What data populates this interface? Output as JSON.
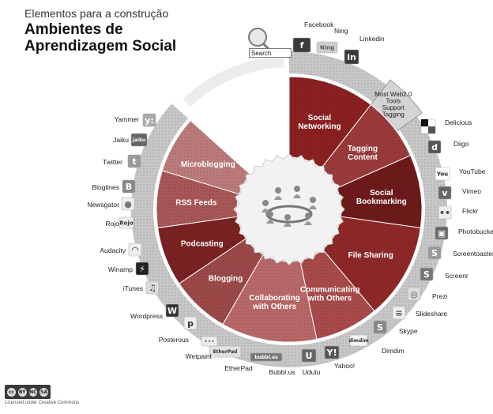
{
  "header": {
    "subtitle": "Elementos para a construção",
    "title_line1": "Ambientes de",
    "title_line2": "Aprendizagem Social"
  },
  "search": {
    "placeholder": "Search"
  },
  "hub": {
    "icon": "people-around-table-icon"
  },
  "segments": [
    {
      "label": "Social Networking",
      "lines": [
        "Social",
        "Networking"
      ],
      "color": "#8a2020"
    },
    {
      "label": "Tagging Content",
      "lines": [
        "Tagging",
        "Content"
      ],
      "color": "#9a3a3a"
    },
    {
      "label": "Social Bookmarking",
      "lines": [
        "Social",
        "Bookmarking"
      ],
      "color": "#6e1a1a"
    },
    {
      "label": "File Sharing",
      "lines": [
        "File Sharing"
      ],
      "color": "#8e2828"
    },
    {
      "label": "Communicating with Others",
      "lines": [
        "Communicating",
        "with Others"
      ],
      "color": "#a84a4a"
    },
    {
      "label": "Collaborating with Others",
      "lines": [
        "Collaborating",
        "with Others"
      ],
      "color": "#b86868"
    },
    {
      "label": "Blogging",
      "lines": [
        "Blogging"
      ],
      "color": "#9c4848"
    },
    {
      "label": "Podcasting",
      "lines": [
        "Podcasting"
      ],
      "color": "#7a2222"
    },
    {
      "label": "RSS Feeds",
      "lines": [
        "RSS Feeds"
      ],
      "color": "#a85656"
    },
    {
      "label": "Microblogging",
      "lines": [
        "Microblogging"
      ],
      "color": "#bb7a7a"
    }
  ],
  "tab": {
    "lines": [
      "Most Web2.0",
      "Tools",
      "Support",
      "Tagging"
    ]
  },
  "tools": [
    {
      "name": "Facebook",
      "glyph": "f",
      "icon": "facebook-icon",
      "bg": "#3b3b3b",
      "fg": "#ffffff"
    },
    {
      "name": "Ning",
      "glyph": "Ning",
      "icon": "ning-icon",
      "bg": "#cfcfcf",
      "fg": "#555555"
    },
    {
      "name": "Linkedin",
      "glyph": "in",
      "icon": "linkedin-icon",
      "bg": "#3b3b3b",
      "fg": "#ffffff"
    },
    {
      "name": "Delicious",
      "glyph": "",
      "icon": "delicious-icon",
      "bg": "#ffffff",
      "fg": "#111111"
    },
    {
      "name": "Diigo",
      "glyph": "d",
      "icon": "diigo-icon",
      "bg": "#555555",
      "fg": "#ffffff"
    },
    {
      "name": "YouTube",
      "glyph": "You",
      "icon": "youtube-icon",
      "bg": "#ffffff",
      "fg": "#222222"
    },
    {
      "name": "Vimeo",
      "glyph": "v",
      "icon": "vimeo-icon",
      "bg": "#666666",
      "fg": "#ffffff"
    },
    {
      "name": "Flickr",
      "glyph": "••",
      "icon": "flickr-icon",
      "bg": "#eeeeee",
      "fg": "#444444"
    },
    {
      "name": "Photobucket",
      "glyph": "▣",
      "icon": "photobucket-icon",
      "bg": "#666666",
      "fg": "#ffffff"
    },
    {
      "name": "Screentoaster",
      "glyph": "S",
      "icon": "screentoaster-icon",
      "bg": "#999999",
      "fg": "#ffffff"
    },
    {
      "name": "Screenr",
      "glyph": "S",
      "icon": "screenr-icon",
      "bg": "#777777",
      "fg": "#ffffff"
    },
    {
      "name": "Prezi",
      "glyph": "◎",
      "icon": "prezi-icon",
      "bg": "#dddddd",
      "fg": "#555555"
    },
    {
      "name": "Slideshare",
      "glyph": "≡",
      "icon": "slideshare-icon",
      "bg": "#eeeeee",
      "fg": "#555555"
    },
    {
      "name": "Skype",
      "glyph": "S",
      "icon": "skype-icon",
      "bg": "#888888",
      "fg": "#ffffff"
    },
    {
      "name": "Dimdim",
      "glyph": "dimdim",
      "icon": "dimdim-icon",
      "bg": "#f3f3f3",
      "fg": "#333333"
    },
    {
      "name": "Yahoo!",
      "glyph": "Y!",
      "icon": "yahoo-icon",
      "bg": "#555555",
      "fg": "#ffffff"
    },
    {
      "name": "Udutu",
      "glyph": "U",
      "icon": "udutu-icon",
      "bg": "#666666",
      "fg": "#ffffff"
    },
    {
      "name": "Bubbl.us",
      "glyph": "bubbl.us",
      "icon": "bubblus-icon",
      "bg": "#777777",
      "fg": "#ffffff"
    },
    {
      "name": "EtherPad",
      "glyph": "EtherPad",
      "icon": "etherpad-icon",
      "bg": "#e0e0e0",
      "fg": "#333333"
    },
    {
      "name": "Wetpaint",
      "glyph": "•••",
      "icon": "wetpaint-icon",
      "bg": "#eeeeee",
      "fg": "#777777"
    },
    {
      "name": "Posterous",
      "glyph": "p",
      "icon": "posterous-icon",
      "bg": "#eeeeee",
      "fg": "#333333"
    },
    {
      "name": "Wordpress",
      "glyph": "W",
      "icon": "wordpress-icon",
      "bg": "#333333",
      "fg": "#ffffff"
    },
    {
      "name": "iTunes",
      "glyph": "♫",
      "icon": "itunes-icon",
      "bg": "#dddddd",
      "fg": "#444444"
    },
    {
      "name": "Winamp",
      "glyph": "⚡",
      "icon": "winamp-icon",
      "bg": "#222222",
      "fg": "#ffffff"
    },
    {
      "name": "Audacity",
      "glyph": "◠",
      "icon": "audacity-icon",
      "bg": "#eeeeee",
      "fg": "#222222"
    },
    {
      "name": "Rojo",
      "glyph": "Rojo",
      "icon": "rojo-icon",
      "bg": "#eeeeee",
      "fg": "#333333"
    },
    {
      "name": "Newsgator",
      "glyph": "●",
      "icon": "newsgator-icon",
      "bg": "#eeeeee",
      "fg": "#777777"
    },
    {
      "name": "Bloglines",
      "glyph": "B",
      "icon": "bloglines-icon",
      "bg": "#888888",
      "fg": "#ffffff"
    },
    {
      "name": "Twitter",
      "glyph": "t",
      "icon": "twitter-icon",
      "bg": "#999999",
      "fg": "#ffffff"
    },
    {
      "name": "Jaiku",
      "glyph": "jaiku",
      "icon": "jaiku-icon",
      "bg": "#666666",
      "fg": "#ffffff"
    },
    {
      "name": "Yammer",
      "glyph": "y:",
      "icon": "yammer-icon",
      "bg": "#aaaaaa",
      "fg": "#ffffff"
    }
  ],
  "license": {
    "badge": [
      "cc",
      "BY",
      "NC",
      "SA"
    ],
    "text": "Licensed under Creative Commons"
  },
  "colors": {
    "ring": "#c7c7c7",
    "hub": "#f2f2f2",
    "label_text": "#ffffff"
  }
}
